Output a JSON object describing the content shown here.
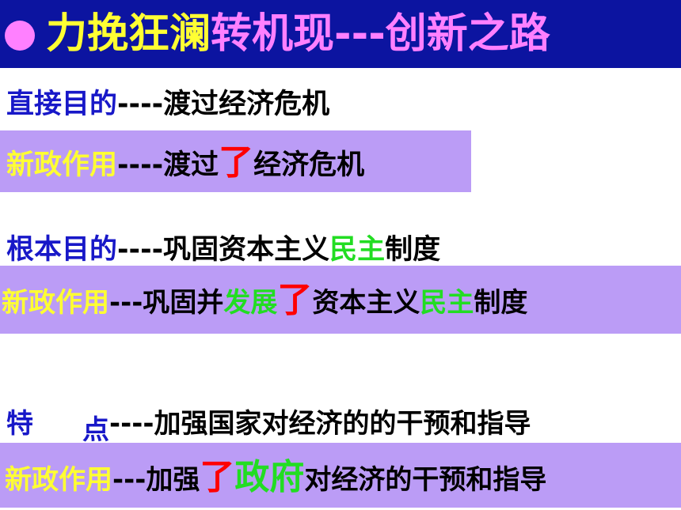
{
  "header": {
    "title_part1": "力挽狂澜",
    "title_part2": "转机现",
    "title_dash": "---",
    "title_part3": "创新之路"
  },
  "section1": {
    "goal_label": "直接目的",
    "goal_dash": "----",
    "goal_text": "渡过经济危机",
    "effect_label": "新政作用",
    "effect_dash": "----",
    "effect_text1": "渡过",
    "effect_le": "了",
    "effect_text2": "经济危机"
  },
  "section2": {
    "goal_label": "根本目的",
    "goal_dash": "----",
    "goal_text1": "巩固资本主义",
    "goal_green": "民主",
    "goal_text2": "制度",
    "effect_label": "新政作用",
    "effect_dash": "---",
    "effect_text1": "巩固并",
    "effect_green1": "发展",
    "effect_le": "了",
    "effect_text2": "资本主义",
    "effect_green2": "民主",
    "effect_text3": "制度"
  },
  "section3": {
    "feature_char1": "特",
    "feature_char2": "点",
    "feature_dash": "----",
    "feature_text": "加强国家对经济的的干预和指导",
    "effect_label": "新政作用",
    "effect_dash": "---",
    "effect_text1": "加强",
    "effect_le": "了",
    "effect_green": "政府",
    "effect_text2": "对经济的干预和指导"
  },
  "colors": {
    "header_bg": "#0c14a0",
    "band_bg": "#bb9cf6",
    "blue_label": "#1818c8",
    "yellow_label": "#ffff33",
    "red_emphasis": "#ff0000",
    "green_emphasis": "#22dd22",
    "pink_title": "#ff80ff"
  }
}
